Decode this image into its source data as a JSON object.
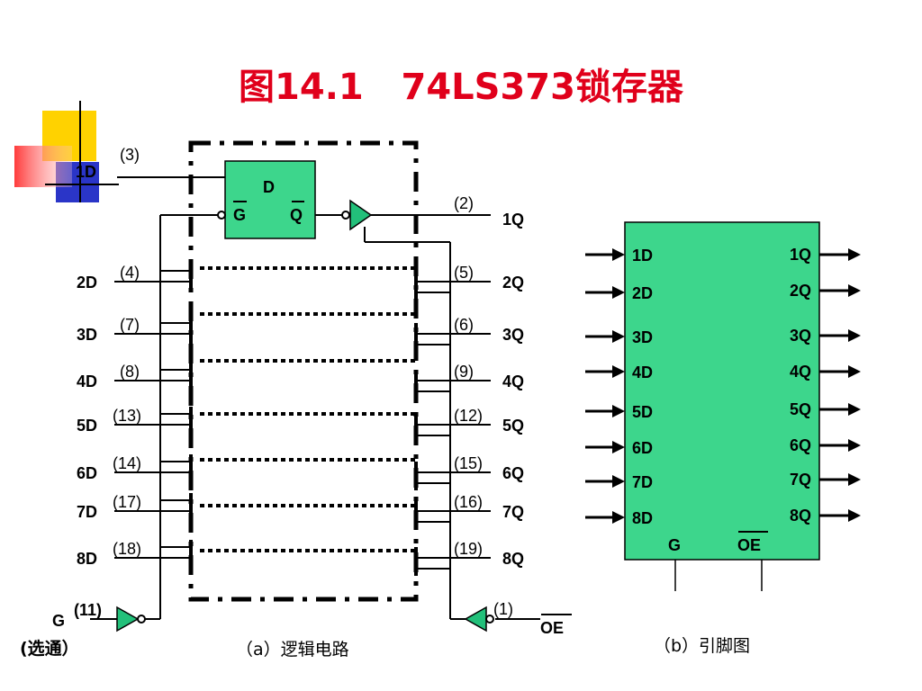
{
  "title": "图14.1   74LS373锁存器",
  "colors": {
    "title": "#e0001b",
    "chip_fill": "#3dd68c",
    "buffer_fill": "#22c07a",
    "deco_yellow": "#ffd200",
    "deco_red": "#ff3b3b",
    "deco_blue": "#2a35c8"
  },
  "circuit": {
    "first_latch": {
      "d_pin": "D",
      "g_pin": "G",
      "q_pin": "Q",
      "input_label": "1D",
      "input_pin": "(3)",
      "output_label": "1Q",
      "output_pin": "(2)"
    },
    "inputs": [
      {
        "label": "2D",
        "pin": "(4)"
      },
      {
        "label": "3D",
        "pin": "(7)"
      },
      {
        "label": "4D",
        "pin": "(8)"
      },
      {
        "label": "5D",
        "pin": "(13)"
      },
      {
        "label": "6D",
        "pin": "(14)"
      },
      {
        "label": "7D",
        "pin": "(17)"
      },
      {
        "label": "8D",
        "pin": "(18)"
      }
    ],
    "outputs": [
      {
        "label": "2Q",
        "pin": "(5)"
      },
      {
        "label": "3Q",
        "pin": "(6)"
      },
      {
        "label": "4Q",
        "pin": "(9)"
      },
      {
        "label": "5Q",
        "pin": "(12)"
      },
      {
        "label": "6Q",
        "pin": "(15)"
      },
      {
        "label": "7Q",
        "pin": "(16)"
      },
      {
        "label": "8Q",
        "pin": "(19)"
      }
    ],
    "gate_label": "G",
    "gate_pin": "(11)",
    "gate_note": "(选通）",
    "oe_label": "OE",
    "oe_pin": "(1)",
    "caption": "（a）逻辑电路"
  },
  "pinout": {
    "inputs": [
      "1D",
      "2D",
      "3D",
      "4D",
      "5D",
      "6D",
      "7D",
      "8D"
    ],
    "outputs": [
      "1Q",
      "2Q",
      "3Q",
      "4Q",
      "5Q",
      "6Q",
      "7Q",
      "8Q"
    ],
    "g_label": "G",
    "oe_label": "OE",
    "caption": "（b）引脚图"
  }
}
